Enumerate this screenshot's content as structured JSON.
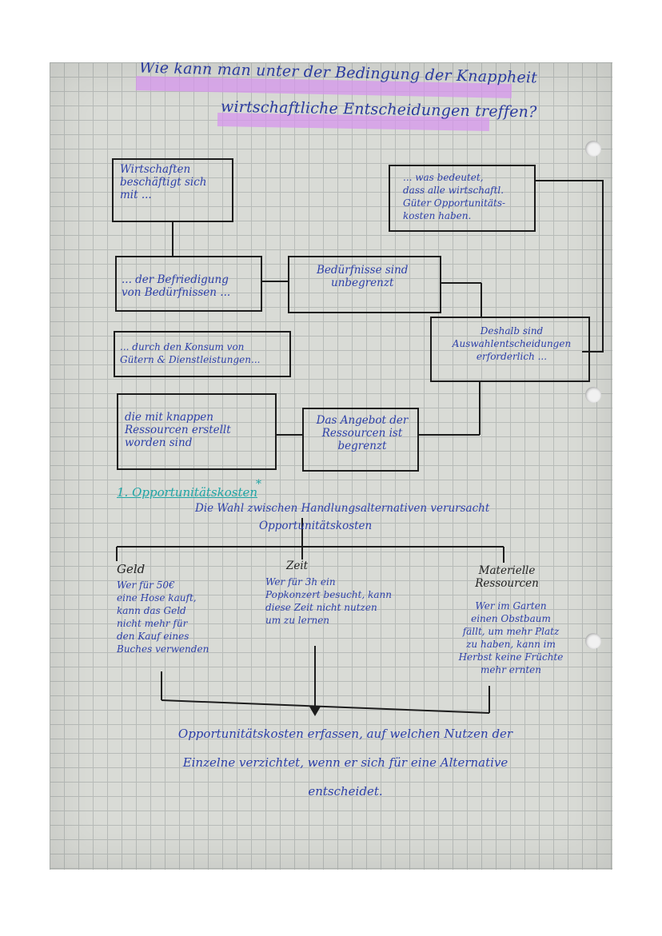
{
  "title": {
    "line1": "Wie kann man unter der Bedingung der Knappheit",
    "line2": "wirtschaftliche Entscheidungen treffen?"
  },
  "colors": {
    "ink_blue": "#2c3fa8",
    "highlight": "#d696ec",
    "teal": "#1fa5a5",
    "grid": "#b7bbb8",
    "paper": "#d9dbd6"
  },
  "flow": {
    "box1": "Wirtschaften\nbeschäftigt sich\nmit ...",
    "box2": "... der Befriedigung\nvon Bedürfnissen ...",
    "box3": "... durch den Konsum von\nGütern & Dienstleistungen...",
    "box4": "die mit knappen\nRessourcen erstellt\nworden sind",
    "box5": "Bedürfnisse sind\nunbegrenzt",
    "box6": "Deshalb sind\nAuswahlentscheidungen\nerforderlich ...",
    "box7": "Das Angebot der\nRessourcen ist\nbegrenzt",
    "box8": "... was bedeutet,\ndass alle wirtschaftl.\nGüter Opportunitäts-\nkosten haben."
  },
  "section": {
    "heading": "1. Opportunitätskosten",
    "star": "*",
    "intro_line1": "Die Wahl zwischen Handlungsalternativen verursacht",
    "intro_line2": "Opportunitätskosten",
    "branches": [
      {
        "label": "Geld",
        "text": "Wer für 50€\neine Hose kauft,\nkann das Geld\nnicht mehr für\nden Kauf eines\nBuches verwenden"
      },
      {
        "label": "Zeit",
        "text": "Wer für 3h ein\nPopkonzert besucht, kann\ndiese Zeit nicht nutzen\num zu lernen"
      },
      {
        "label": "Materielle\nRessourcen",
        "text": "Wer im Garten\neinen Obstbaum\nfällt, um mehr Platz\nzu haben, kann im\nHerbst keine Früchte\nmehr ernten"
      }
    ],
    "conclusion": "Opportunitätskosten erfassen, auf welchen Nutzen der\nEinzelne verzichtet, wenn er sich für eine Alternative\nentscheidet."
  }
}
